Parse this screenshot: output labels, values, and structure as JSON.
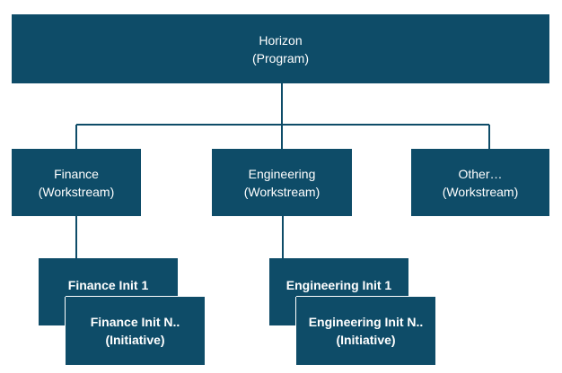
{
  "colors": {
    "box_fill": "#0e4c68",
    "text": "#ffffff",
    "connector": "#0e4c68"
  },
  "program": {
    "name": "Horizon",
    "type": "(Program)"
  },
  "workstreams": [
    {
      "name": "Finance",
      "type": "(Workstream)"
    },
    {
      "name": "Engineering",
      "type": "(Workstream)"
    },
    {
      "name": "Other…",
      "type": "(Workstream)"
    }
  ],
  "initiatives": {
    "finance": {
      "first": {
        "name": "Finance Init 1"
      },
      "last": {
        "name": "Finance Init N..",
        "type": "(Initiative)"
      }
    },
    "engineering": {
      "first": {
        "name": "Engineering Init 1"
      },
      "last": {
        "name": "Engineering Init N..",
        "type": "(Initiative)"
      }
    }
  }
}
